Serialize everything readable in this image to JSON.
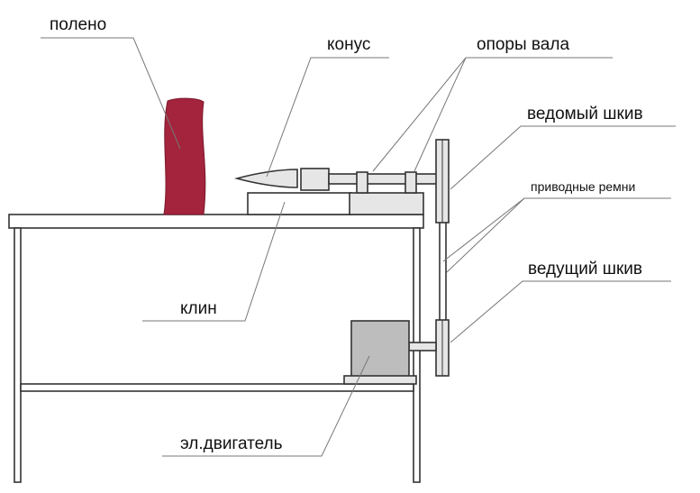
{
  "labels": {
    "log": "полено",
    "cone": "конус",
    "shaft_supports": "опоры вала",
    "driven_pulley": "ведомый шкив",
    "drive_belts": "приводные ремни",
    "drive_pulley": "ведущий шкив",
    "wedge": "клин",
    "motor": "эл.двигатель"
  },
  "colors": {
    "log": "#a3243c",
    "motor": "#bdbdbd",
    "parts": "#e6e6e6",
    "line": "#333333"
  }
}
